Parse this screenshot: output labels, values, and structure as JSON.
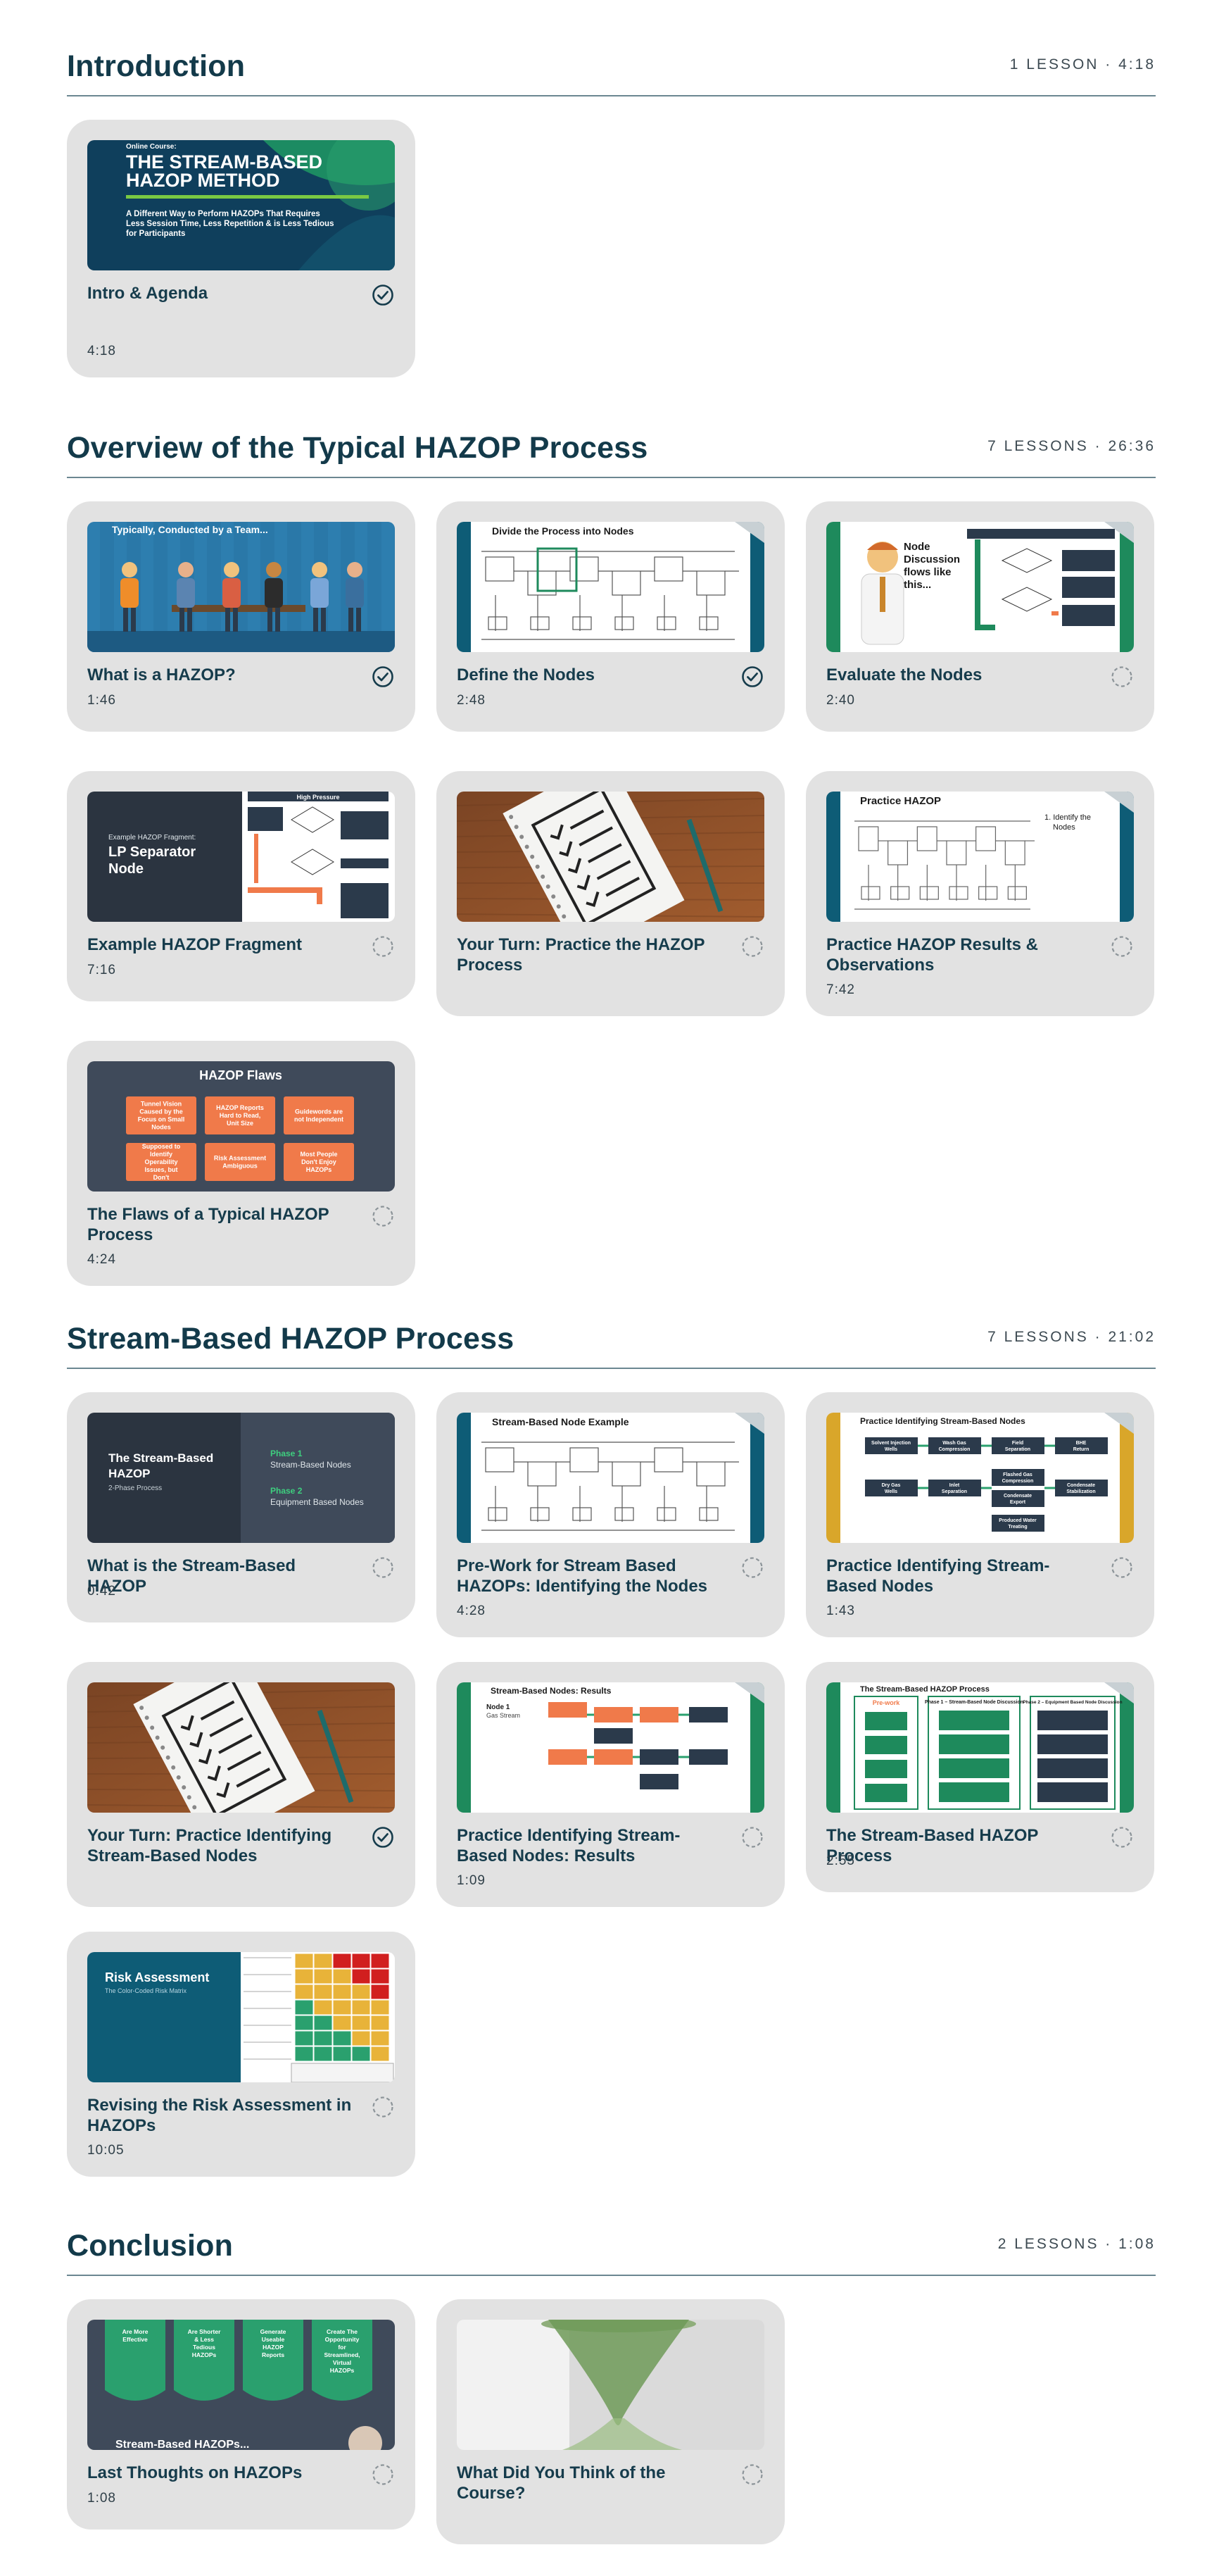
{
  "sections": [
    {
      "title": "Introduction",
      "meta": "1 LESSON · 4:18",
      "lessons": [
        {
          "title": "Intro & Agenda",
          "duration": "4:18",
          "status": "complete",
          "thumb_icon": "course-cover-thumbnail",
          "thumb_text": {
            "kicker": "Online Course:",
            "headline1": "THE STREAM-BASED",
            "headline2": "HAZOP METHOD",
            "sub1": "A Different Way to Perform HAZOPs That Requires",
            "sub2": "Less Session Time, Less Repetition & is Less Tedious",
            "sub3": "for Participants"
          }
        }
      ]
    },
    {
      "title": "Overview of the Typical HAZOP Process",
      "meta": "7 LESSONS · 26:36",
      "lessons": [
        {
          "title": "What is a HAZOP?",
          "duration": "1:46",
          "status": "complete",
          "thumb_icon": "team-meeting-illustration",
          "thumb_text": {
            "headline": "Typically, Conducted by a Team..."
          }
        },
        {
          "title": "Define the Nodes",
          "duration": "2:48",
          "status": "complete",
          "thumb_icon": "process-diagram-thumbnail",
          "thumb_text": {
            "headline": "Divide the Process into Nodes"
          }
        },
        {
          "title": "Evaluate the Nodes",
          "duration": "2:40",
          "status": "incomplete",
          "thumb_icon": "presenter-flowchart-thumbnail",
          "thumb_text": {
            "line1": "Node",
            "line2": "Discussion",
            "line3": "flows like",
            "line4": "this..."
          }
        },
        {
          "title": "Example HAZOP Fragment",
          "duration": "7:16",
          "status": "incomplete",
          "thumb_icon": "lp-separator-thumbnail",
          "thumb_text": {
            "kicker": "Example HAZOP Fragment:",
            "line1": "LP Separator",
            "line2": "Node",
            "header": "High Pressure"
          }
        },
        {
          "title": "Your Turn: Practice the HAZOP Process",
          "duration": "",
          "status": "incomplete",
          "thumb_icon": "checklist-photo-thumbnail"
        },
        {
          "title": "Practice HAZOP Results & Observations",
          "duration": "7:42",
          "status": "incomplete",
          "thumb_icon": "practice-diagram-thumbnail",
          "thumb_text": {
            "headline": "Practice HAZOP",
            "note1": "1. Identify the",
            "note2": "Nodes"
          }
        },
        {
          "title": "The Flaws of a Typical HAZOP Process",
          "duration": "4:24",
          "status": "incomplete",
          "thumb_icon": "hazop-flaws-thumbnail",
          "thumb_text": {
            "headline": "HAZOP Flaws",
            "boxes": [
              "Tunnel Vision Caused by the Focus on Small Nodes",
              "HAZOP Reports Hard to Read, Unit Size",
              "Guidewords are not Independent",
              "Supposed to Identify Operability Issues, but Don't",
              "Risk Assessment Ambiguous",
              "Most People Don't Enjoy HAZOPs"
            ]
          }
        }
      ]
    },
    {
      "title": "Stream-Based HAZOP Process",
      "meta": "7 LESSONS · 21:02",
      "lessons": [
        {
          "title": "What is the Stream-Based HAZOP",
          "duration": "0:42",
          "status": "incomplete",
          "thumb_icon": "phases-thumbnail",
          "thumb_text": {
            "line1": "The Stream-Based",
            "line2": "HAZOP",
            "line3": "2-Phase Process",
            "phase1": "Phase 1",
            "phase1_desc": "Stream-Based Nodes",
            "phase2": "Phase 2",
            "phase2_desc": "Equipment Based Nodes"
          }
        },
        {
          "title": "Pre-Work for Stream Based HAZOPs: Identifying the Nodes",
          "duration": "4:28",
          "status": "incomplete",
          "thumb_icon": "stream-node-diagram-thumbnail",
          "thumb_text": {
            "headline": "Stream-Based Node Example"
          }
        },
        {
          "title": "Practice Identifying Stream-Based Nodes",
          "duration": "1:43",
          "status": "incomplete",
          "thumb_icon": "stream-nodes-flow-thumbnail",
          "thumb_text": {
            "headline": "Practice Identifying Stream-Based Nodes",
            "boxes": [
              "Solvent Injection Wells",
              "Wash Gas Compression",
              "Field Separation",
              "BHE Return",
              "Dry Gas Wells",
              "Inlet Separation",
              "Flashed Gas Compression",
              "Condensate Stabilization",
              "Condensate Export",
              "Produced Water Treating"
            ]
          }
        },
        {
          "title": "Your Turn: Practice Identifying Stream-Based Nodes",
          "duration": "",
          "status": "complete",
          "thumb_icon": "checklist-photo-thumbnail"
        },
        {
          "title": "Practice Identifying Stream-Based Nodes: Results",
          "duration": "1:09",
          "status": "incomplete",
          "thumb_icon": "stream-nodes-results-thumbnail",
          "thumb_text": {
            "headline": "Stream-Based Nodes: Results",
            "node": "Node 1",
            "node_sub": "Gas Stream"
          }
        },
        {
          "title": "The Stream-Based HAZOP Process",
          "duration": "2:55",
          "status": "incomplete",
          "thumb_icon": "process-columns-thumbnail",
          "thumb_text": {
            "headline": "The Stream-Based HAZOP Process",
            "col1": "Pre-work",
            "col2": "Phase 1 – Stream-Based Node Discussion",
            "col3": "Phase 2 – Equipment Based Node Discussion"
          }
        },
        {
          "title": "Revising the Risk Assessment in HAZOPs",
          "duration": "10:05",
          "status": "incomplete",
          "thumb_icon": "risk-matrix-thumbnail",
          "thumb_text": {
            "headline": "Risk Assessment",
            "sub": "The Color-Coded Risk Matrix"
          }
        }
      ]
    },
    {
      "title": "Conclusion",
      "meta": "2 LESSONS · 1:08",
      "lessons": [
        {
          "title": "Last Thoughts on HAZOPs",
          "duration": "1:08",
          "status": "incomplete",
          "thumb_icon": "last-thoughts-thumbnail",
          "thumb_text": {
            "boxes": [
              "Are More Effective",
              "Are Shorter & Less Tedious HAZOPs",
              "Generate Useable HAZOP Reports",
              "Create The Opportunity for Streamlined, Virtual HAZOPs"
            ],
            "footer": "Stream-Based HAZOPs..."
          }
        },
        {
          "title": "What Did You Think of the Course?",
          "duration": "",
          "status": "incomplete",
          "thumb_icon": "hourglass-photo-thumbnail"
        }
      ]
    }
  ],
  "colors": {
    "heading": "#133a4a",
    "card_bg": "#e2e2e2",
    "rule": "#6b8791",
    "teal": "#0e5c76",
    "green": "#1e8a5c",
    "orange": "#f07a4a",
    "navy": "#2b3a4b"
  }
}
